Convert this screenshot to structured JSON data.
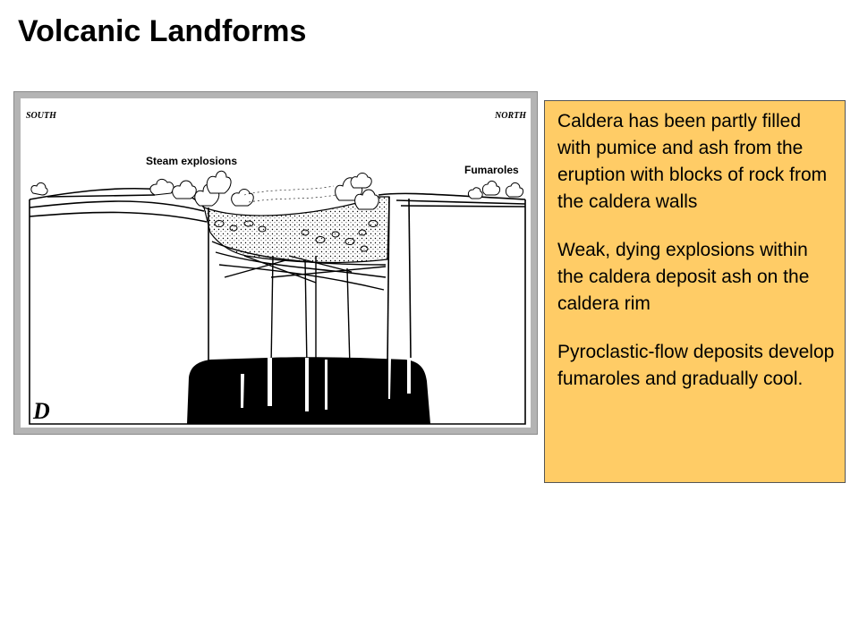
{
  "slide": {
    "title": "Volcanic Landforms"
  },
  "figure": {
    "label_south": "SOUTH",
    "label_north": "NORTH",
    "label_steam": "Steam explosions",
    "label_fumaroles": "Fumaroles",
    "panel_letter": "D"
  },
  "info": {
    "paragraphs": [
      "Caldera has been partly filled with pumice and ash from the eruption with blocks of rock from the caldera walls",
      "Weak, dying explosions within the caldera deposit ash on the caldera rim",
      "Pyroclastic-flow deposits develop fumaroles and gradually cool."
    ]
  },
  "colors": {
    "info_box_bg": "#ffcc66",
    "frame_gray": "#b4b4b4"
  }
}
